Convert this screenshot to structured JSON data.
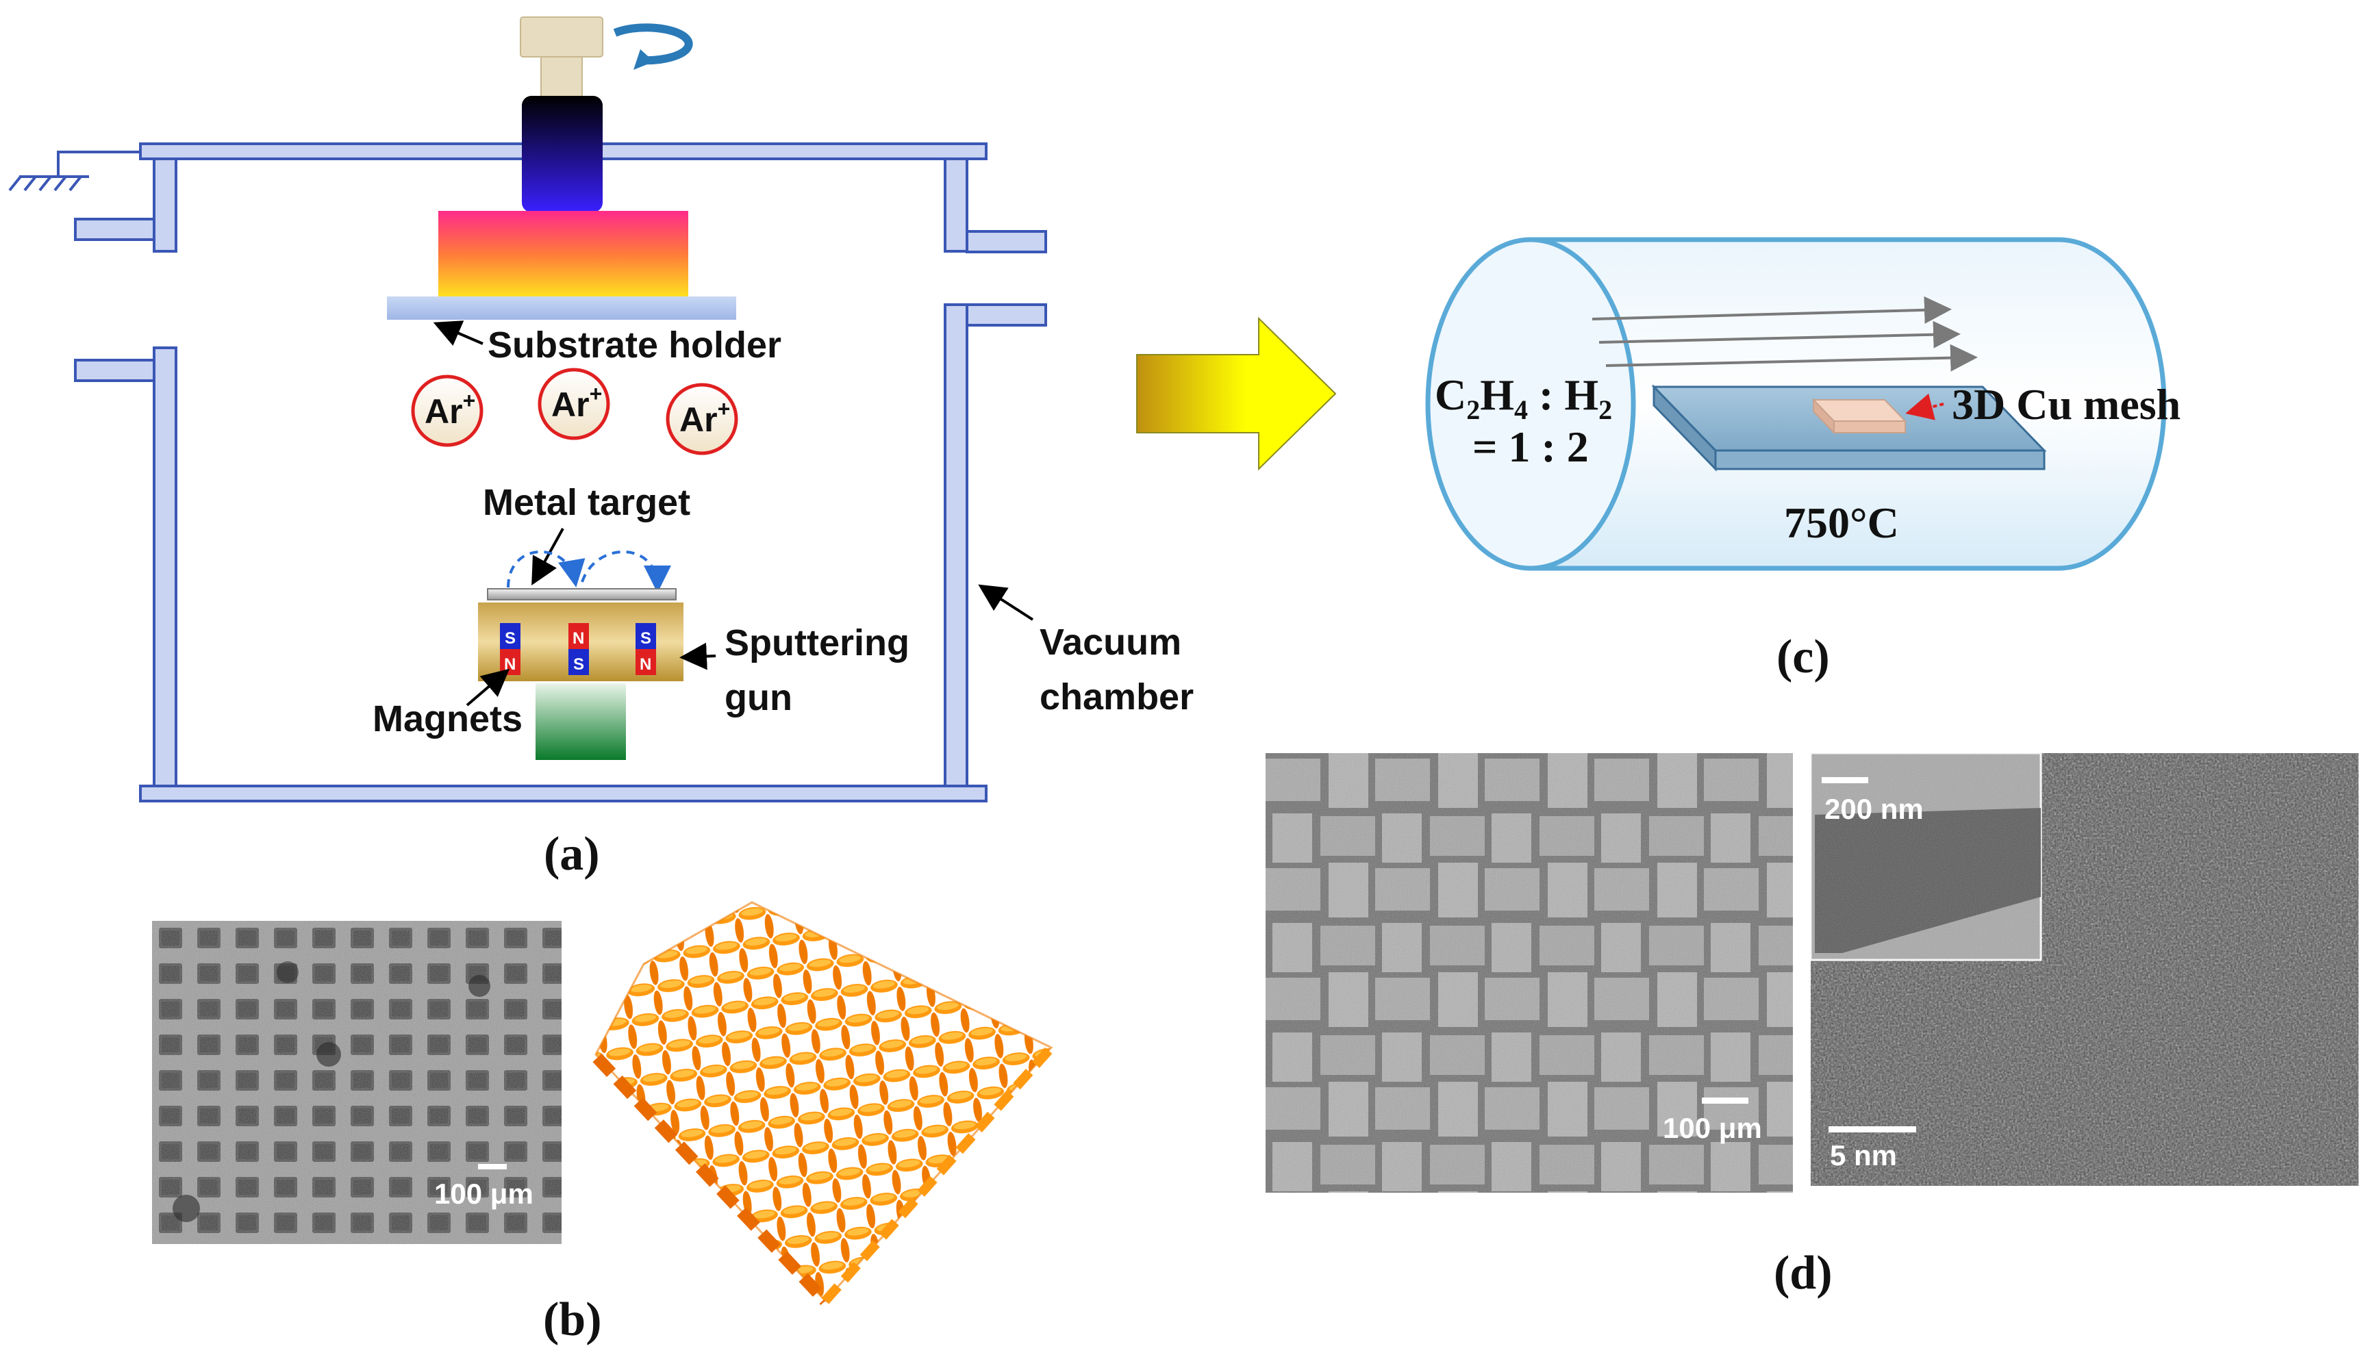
{
  "panel_a": {
    "caption": "(a)",
    "substrate_holder": "Substrate holder",
    "ion": "Ar",
    "ion_charge": "+",
    "metal_target": "Metal target",
    "sputtering_gun_line1": "Sputtering",
    "sputtering_gun_line2": "gun",
    "magnets": "Magnets",
    "vacuum_chamber_line1": "Vacuum",
    "vacuum_chamber_line2": "chamber",
    "pole_s": "S",
    "pole_n": "N"
  },
  "panel_b": {
    "caption": "(b)",
    "scale_bar": "100 μm"
  },
  "panel_c": {
    "caption": "(c)",
    "gas_c": "C",
    "gas_c_sub": "2",
    "gas_h": "H",
    "gas_h_sub": "4",
    "gas_sep": " : ",
    "gas_h2": "H",
    "gas_h2_sub": "2",
    "ratio": "= 1 : 2",
    "sample": "3D Cu mesh",
    "temperature": "750°C"
  },
  "panel_d": {
    "caption": "(d)",
    "scale_sem": "100 μm",
    "scale_inset": "200 nm",
    "scale_hrtem": "5 nm"
  },
  "colors": {
    "chamber": "#c9d3f2",
    "chamber_stroke": "#3a57b5",
    "ion_ring": "#e02020",
    "arrow_start": "#c09010",
    "arrow_end": "#ffff00"
  }
}
